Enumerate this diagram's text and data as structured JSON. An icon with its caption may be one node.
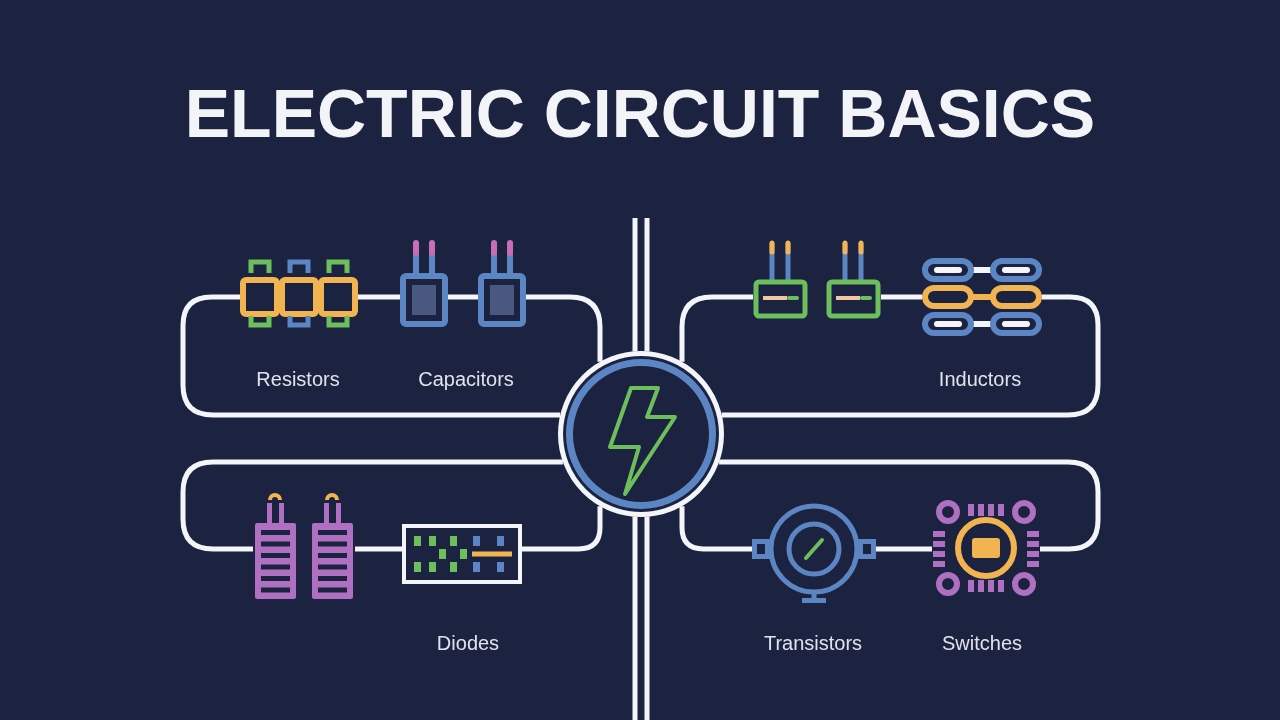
{
  "diagram": {
    "title": "ELECTRIC CIRCUIT BASICS",
    "nodes": [
      {
        "text": [],
        "shape": "circle"
      },
      {
        "text": [],
        "shape": "picture",
        "beside": [
          "Resistors"
        ]
      },
      {
        "text": [],
        "shape": "picture",
        "beside": [
          "Capacitors"
        ]
      },
      {
        "text": [],
        "shape": "picture"
      },
      {
        "text": [],
        "shape": "picture",
        "beside": [
          "Inductors"
        ]
      },
      {
        "text": [],
        "shape": "picture"
      },
      {
        "text": [],
        "shape": "picture",
        "beside": [
          "Diodes"
        ]
      },
      {
        "text": [],
        "shape": "picture",
        "beside": [
          "Transistors"
        ]
      },
      {
        "text": [],
        "shape": "picture",
        "beside": [
          "Switches"
        ]
      }
    ],
    "edges": [
      {
        "from": null,
        "to": 0,
        "arrow": "none"
      },
      {
        "from": 0,
        "to": 1,
        "arrow": "none"
      },
      {
        "from": 1,
        "to": 2,
        "arrow": "none"
      },
      {
        "from": 2,
        "to": 0,
        "arrow": "none"
      },
      {
        "from": 0,
        "to": 3,
        "arrow": "none"
      },
      {
        "from": 3,
        "to": 4,
        "arrow": "none"
      },
      {
        "from": 4,
        "to": 0,
        "arrow": "none"
      },
      {
        "from": 0,
        "to": 5,
        "arrow": "none"
      },
      {
        "from": 5,
        "to": 6,
        "arrow": "none"
      },
      {
        "from": 6,
        "to": 0,
        "arrow": "none"
      },
      {
        "from": 0,
        "to": 7,
        "arrow": "none"
      },
      {
        "from": 7,
        "to": 8,
        "arrow": "none"
      },
      {
        "from": 8,
        "to": 0,
        "arrow": "none"
      },
      {
        "from": 0,
        "to": null,
        "arrow": "none"
      }
    ]
  }
}
